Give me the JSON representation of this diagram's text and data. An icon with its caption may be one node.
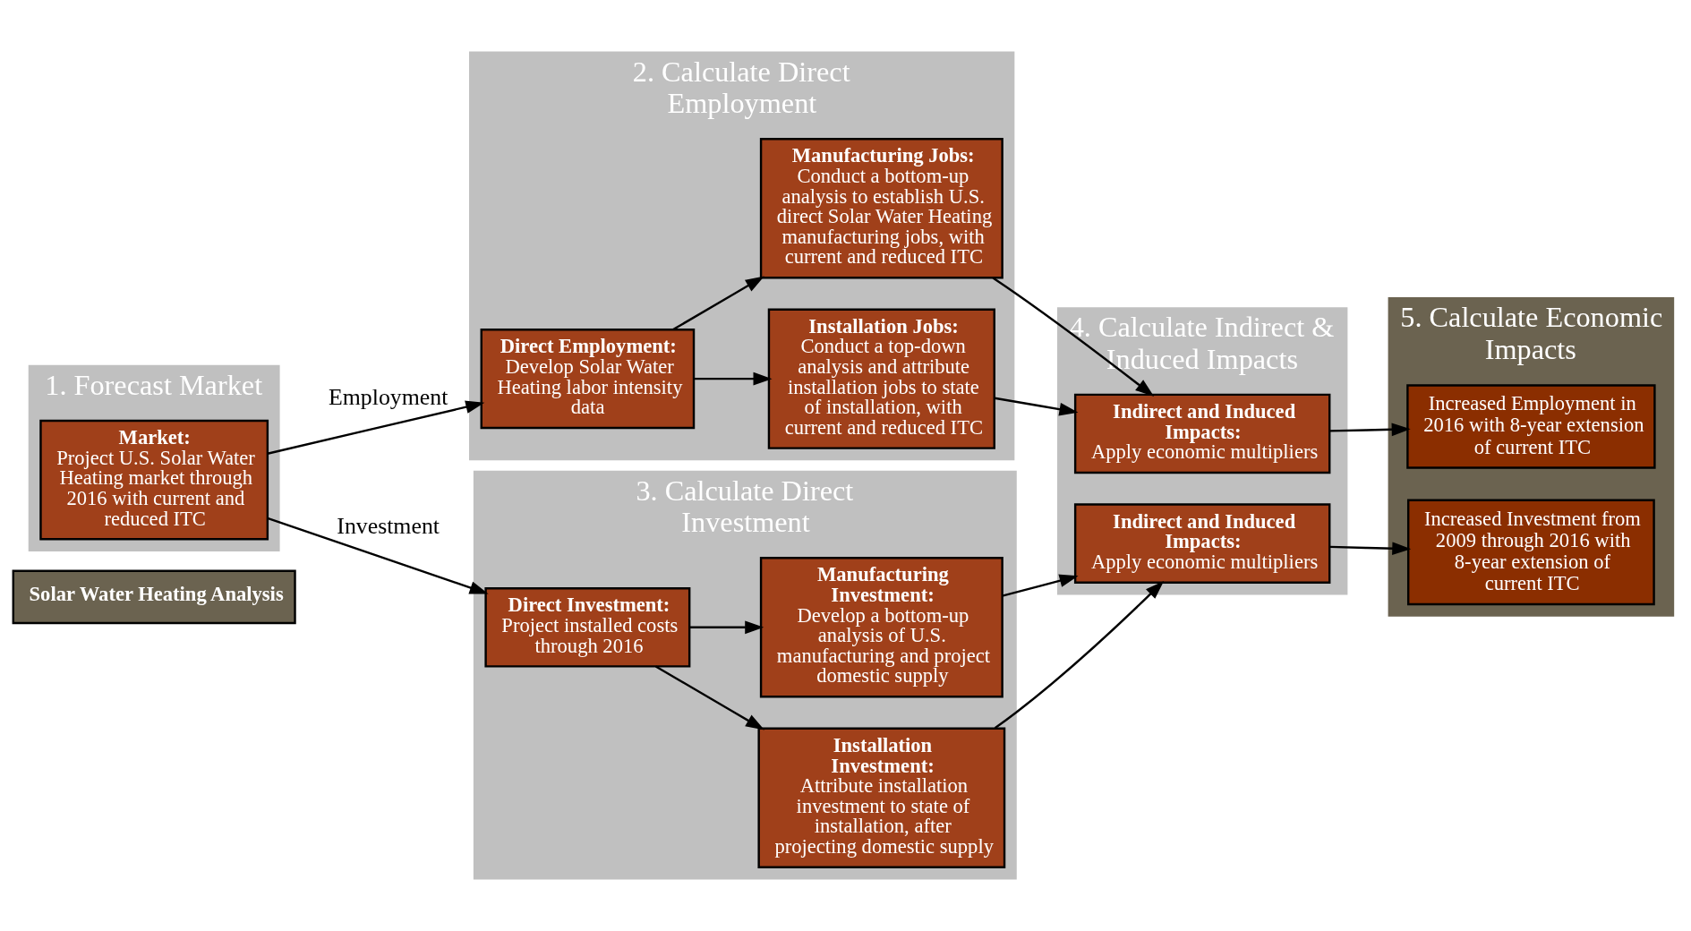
{
  "diagram": {
    "nodes": [
      {
        "text": [
          "Solar Water Heating Analysis"
        ]
      },
      {
        "text": [
          "1. Forecast Market"
        ]
      },
      {
        "text": [
          "Market:",
          "Project U.S. Solar Water Heating market through 2016 with current and reduced ITC"
        ],
        "in": 1
      },
      {
        "text": [
          "2. Calculate Direct Employment"
        ]
      },
      {
        "text": [
          "Direct Employment:",
          "Develop Solar Water Heating labor intensity data"
        ],
        "in": 3
      },
      {
        "text": [
          "Manufacturing Jobs:",
          "Conduct a bottom-up analysis to establish U.S. direct Solar Water Heating manufacturing jobs, with current and reduced ITC"
        ],
        "in": 3
      },
      {
        "text": [
          "Installation Jobs:",
          "Conduct a top-down analysis and attribute installation jobs to state of installation, with current and reduced ITC"
        ],
        "in": 3
      },
      {
        "text": [
          "3. Calculate Direct Investment"
        ]
      },
      {
        "text": [
          "Direct Investment:",
          "Project installed costs through 2016"
        ],
        "in": 7
      },
      {
        "text": [
          "Manufacturing Investment:",
          "Develop a bottom-up analysis of U.S. manufacturing and project domestic supply"
        ],
        "in": 7
      },
      {
        "text": [
          "Installation Investment:",
          "Attribute installation investment to state of installation, after projecting domestic supply"
        ],
        "in": 7
      },
      {
        "text": [
          "4. Calculate Indirect & Induced Impacts"
        ]
      },
      {
        "text": [
          "Indirect and Induced Impacts:",
          "Apply economic multipliers"
        ],
        "in": 11
      },
      {
        "text": [
          "Indirect and Induced Impacts:",
          "Apply economic multipliers"
        ],
        "in": 11
      },
      {
        "text": [
          "5. Calculate Economic Impacts"
        ]
      },
      {
        "text": [
          "Increased Employment in 2016 with 8-year extension of current ITC"
        ],
        "in": 14
      },
      {
        "text": [
          "Increased Investment from 2009 through 2016 with 8-year extension of current ITC"
        ],
        "in": 14
      }
    ],
    "edges": [
      {
        "from": 2,
        "to": 4,
        "arrow": "to",
        "label": "Employment"
      },
      {
        "from": 2,
        "to": 8,
        "arrow": "to",
        "label": "Investment"
      },
      {
        "from": 4,
        "to": 5,
        "arrow": "to"
      },
      {
        "from": 4,
        "to": 6,
        "arrow": "to"
      },
      {
        "from": 5,
        "to": 12,
        "arrow": "to"
      },
      {
        "from": 6,
        "to": 12,
        "arrow": "to"
      },
      {
        "from": 8,
        "to": 9,
        "arrow": "to"
      },
      {
        "from": 8,
        "to": 10,
        "arrow": "to"
      },
      {
        "from": 9,
        "to": 13,
        "arrow": "to"
      },
      {
        "from": 10,
        "to": 13,
        "arrow": "to"
      },
      {
        "from": 12,
        "to": 15,
        "arrow": "to"
      },
      {
        "from": 13,
        "to": 16,
        "arrow": "to"
      }
    ]
  }
}
